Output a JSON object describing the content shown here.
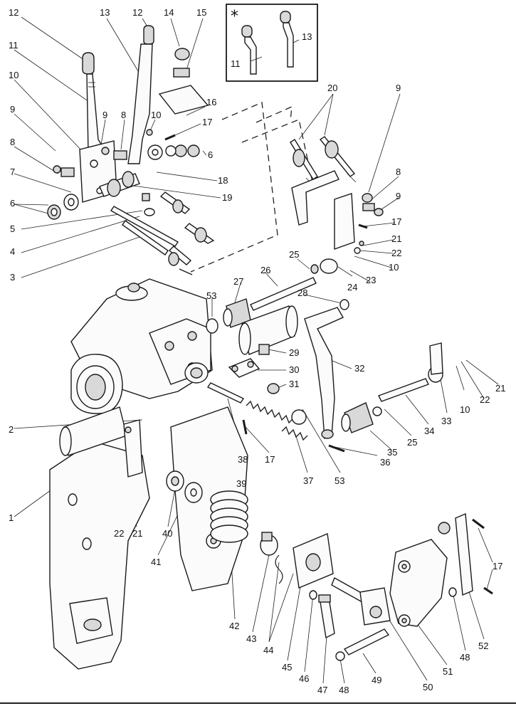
{
  "figure": {
    "inset_marker": "*"
  },
  "callouts": [
    {
      "id": "c1",
      "text": "12"
    },
    {
      "id": "c2",
      "text": "13"
    },
    {
      "id": "c3",
      "text": "12"
    },
    {
      "id": "c4",
      "text": "14"
    },
    {
      "id": "c5",
      "text": "15"
    },
    {
      "id": "c6",
      "text": "11"
    },
    {
      "id": "c7",
      "text": "10"
    },
    {
      "id": "c8",
      "text": "9"
    },
    {
      "id": "c9",
      "text": "9"
    },
    {
      "id": "c10",
      "text": "8"
    },
    {
      "id": "c11",
      "text": "10"
    },
    {
      "id": "c12",
      "text": "16"
    },
    {
      "id": "c13",
      "text": "8"
    },
    {
      "id": "c14",
      "text": "17"
    },
    {
      "id": "c15",
      "text": "6"
    },
    {
      "id": "c16",
      "text": "7"
    },
    {
      "id": "c17",
      "text": "18"
    },
    {
      "id": "c18",
      "text": "19"
    },
    {
      "id": "c19",
      "text": "6"
    },
    {
      "id": "c20",
      "text": "5"
    },
    {
      "id": "c21",
      "text": "4"
    },
    {
      "id": "c22",
      "text": "3"
    },
    {
      "id": "c23",
      "text": "20"
    },
    {
      "id": "c24",
      "text": "9"
    },
    {
      "id": "c25",
      "text": "8"
    },
    {
      "id": "c26",
      "text": "9"
    },
    {
      "id": "c27",
      "text": "17"
    },
    {
      "id": "c28",
      "text": "21"
    },
    {
      "id": "c29",
      "text": "22"
    },
    {
      "id": "c30",
      "text": "10"
    },
    {
      "id": "c31",
      "text": "25"
    },
    {
      "id": "c32",
      "text": "26"
    },
    {
      "id": "c33",
      "text": "24"
    },
    {
      "id": "c34",
      "text": "23"
    },
    {
      "id": "c35",
      "text": "27"
    },
    {
      "id": "c36",
      "text": "53"
    },
    {
      "id": "c37",
      "text": "28"
    },
    {
      "id": "c38",
      "text": "29"
    },
    {
      "id": "c39",
      "text": "30"
    },
    {
      "id": "c40",
      "text": "32"
    },
    {
      "id": "c41",
      "text": "31"
    },
    {
      "id": "c42",
      "text": "33"
    },
    {
      "id": "c43",
      "text": "10"
    },
    {
      "id": "c44",
      "text": "22"
    },
    {
      "id": "c45",
      "text": "21"
    },
    {
      "id": "c46",
      "text": "34"
    },
    {
      "id": "c47",
      "text": "25"
    },
    {
      "id": "c48",
      "text": "35"
    },
    {
      "id": "c49",
      "text": "36"
    },
    {
      "id": "c50",
      "text": "2"
    },
    {
      "id": "c51",
      "text": "38"
    },
    {
      "id": "c52",
      "text": "17"
    },
    {
      "id": "c53",
      "text": "37"
    },
    {
      "id": "c54",
      "text": "53"
    },
    {
      "id": "c55",
      "text": "39"
    },
    {
      "id": "c56",
      "text": "1"
    },
    {
      "id": "c57",
      "text": "22"
    },
    {
      "id": "c58",
      "text": "21"
    },
    {
      "id": "c59",
      "text": "40"
    },
    {
      "id": "c60",
      "text": "41"
    },
    {
      "id": "c61",
      "text": "42"
    },
    {
      "id": "c62",
      "text": "43"
    },
    {
      "id": "c63",
      "text": "44"
    },
    {
      "id": "c64",
      "text": "45"
    },
    {
      "id": "c65",
      "text": "46"
    },
    {
      "id": "c66",
      "text": "47"
    },
    {
      "id": "c67",
      "text": "48"
    },
    {
      "id": "c68",
      "text": "49"
    },
    {
      "id": "c69",
      "text": "50"
    },
    {
      "id": "c70",
      "text": "51"
    },
    {
      "id": "c71",
      "text": "48"
    },
    {
      "id": "c72",
      "text": "52"
    },
    {
      "id": "c73",
      "text": "17"
    },
    {
      "id": "c74",
      "text": "11"
    },
    {
      "id": "c75",
      "text": "13"
    }
  ]
}
